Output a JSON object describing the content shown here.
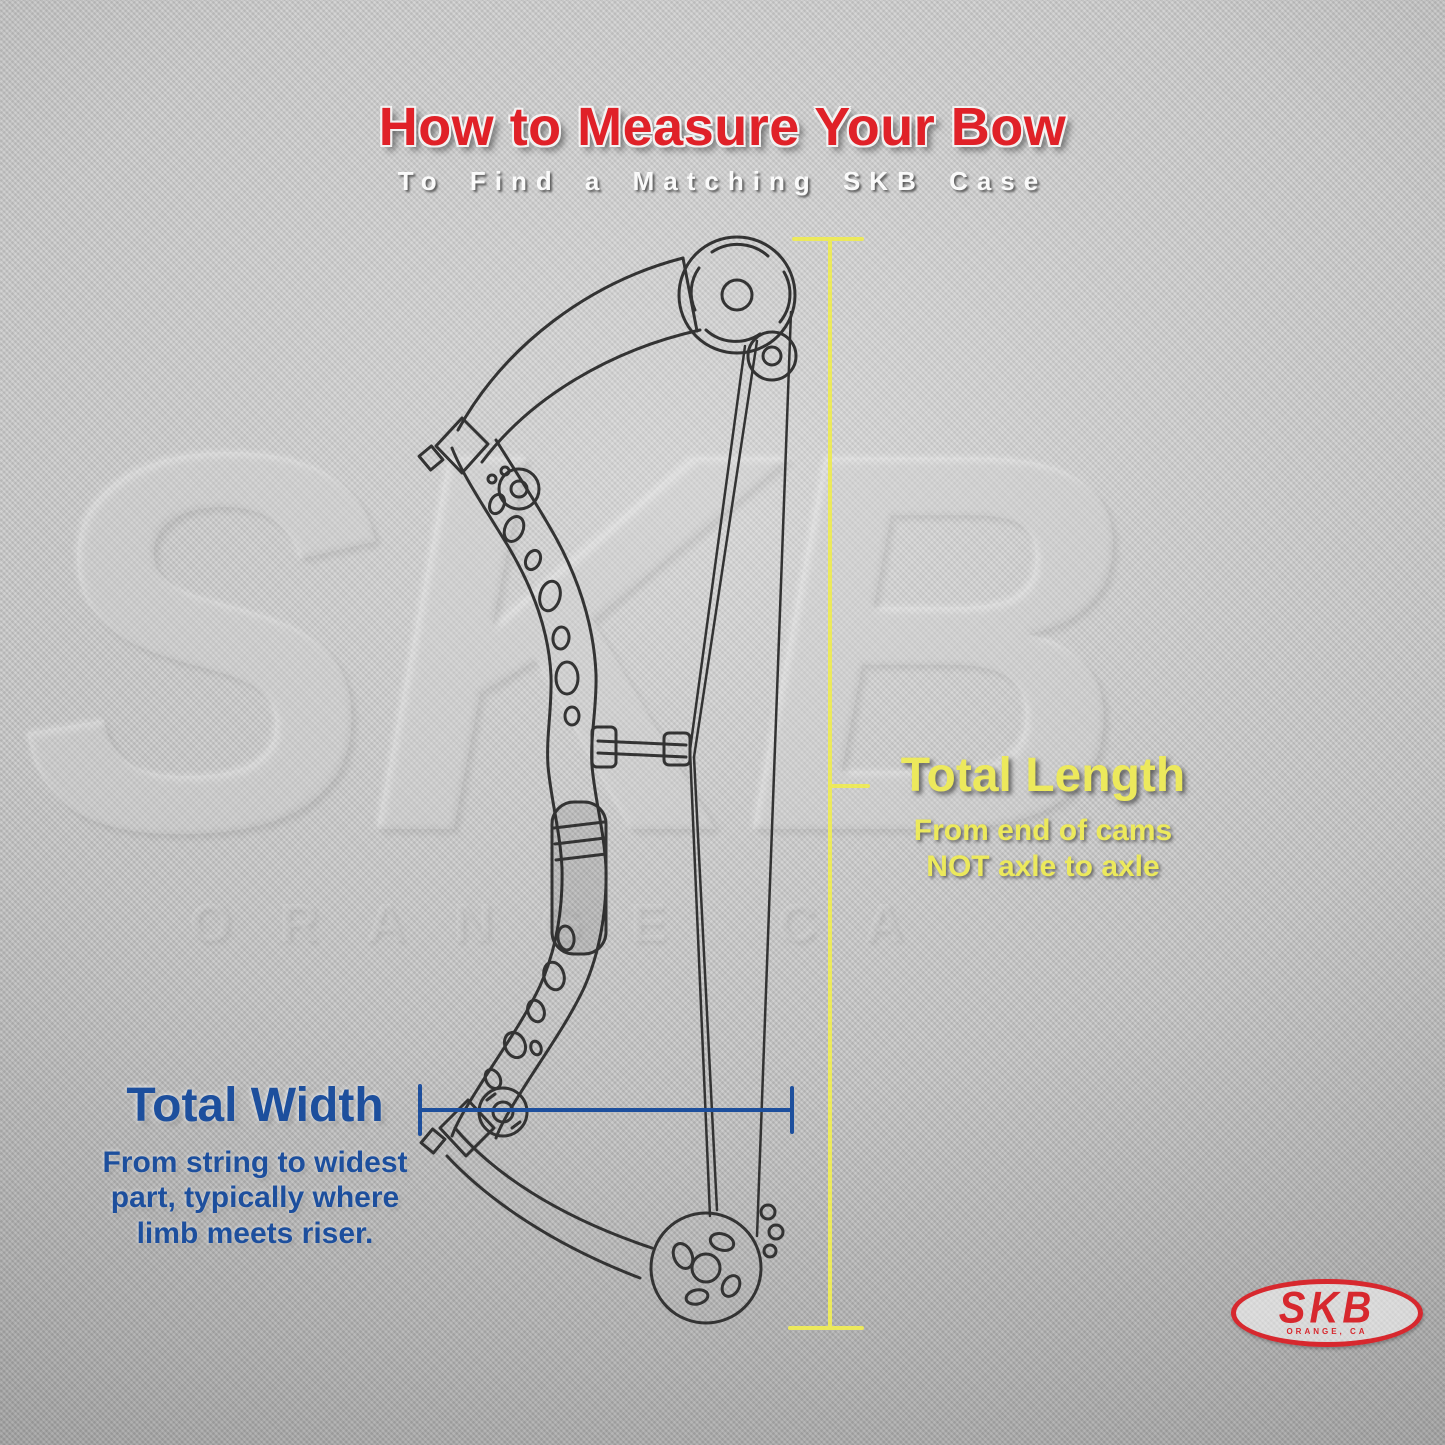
{
  "page": {
    "title": "How to Measure Your Bow",
    "subtitle": "To Find a Matching SKB Case"
  },
  "measurements": {
    "total_length": {
      "label": "Total Length",
      "desc_line1": "From end of cams",
      "desc_line2": "NOT axle to axle",
      "color": "#ece95c"
    },
    "total_width": {
      "label": "Total Width",
      "desc_line1": "From string to widest",
      "desc_line2": "part, typically where",
      "desc_line3": "limb meets riser.",
      "color": "#1d4f9d"
    }
  },
  "logo": {
    "name": "SKB",
    "location": "ORANGE, CA",
    "color": "#d7282e"
  },
  "watermark": {
    "text": "SKB",
    "subtext": "ORANGE CA"
  },
  "colors": {
    "title_red": "#e02128",
    "subtitle_white": "#fafafa",
    "line_art": "#333333",
    "background_gray": "#c4c4c4"
  }
}
